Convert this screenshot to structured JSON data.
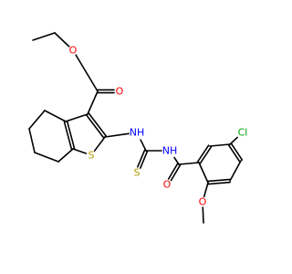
{
  "molecule": {
    "atoms": [
      {
        "id": "O_ester_top",
        "text": "O",
        "color": "#ff0000"
      },
      {
        "id": "O_carbonyl",
        "text": "O",
        "color": "#ff0000"
      },
      {
        "id": "NH_left",
        "text": "NH",
        "color": "#0000ff"
      },
      {
        "id": "NH_right",
        "text": "NH",
        "color": "#0000ff"
      },
      {
        "id": "S_ring",
        "text": "S",
        "color": "#b59a00"
      },
      {
        "id": "S_thione",
        "text": "S",
        "color": "#b59a00"
      },
      {
        "id": "O_amide",
        "text": "O",
        "color": "#ff0000"
      },
      {
        "id": "Cl",
        "text": "Cl",
        "color": "#00a000"
      },
      {
        "id": "O_methoxy",
        "text": "O",
        "color": "#ff0000"
      }
    ]
  }
}
